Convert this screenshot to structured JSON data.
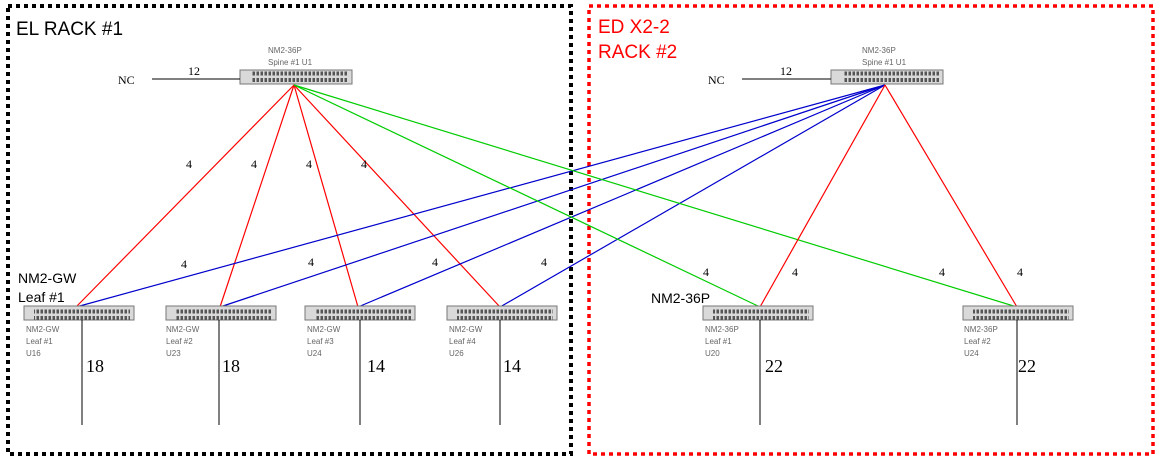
{
  "colors": {
    "rack1_border": "#000000",
    "rack2_border": "#ff0000",
    "rack2_title": "#ff0000",
    "link_red": "#ff0000",
    "link_green": "#00cc00",
    "link_blue": "#0000cc",
    "switch_fill": "#d9d9d9",
    "switch_port": "#555555",
    "label_gray": "#666666"
  },
  "rack1": {
    "title": "EL RACK #1",
    "spine": {
      "name_line1": "NM2-36P",
      "name_line2": "Spine #1 U1",
      "nc_label": "NC",
      "nc_count": "12"
    },
    "group_label_line1": "NM2-GW",
    "group_label_line2": "Leaf #1",
    "leaves": [
      {
        "name": "NM2-GW",
        "leaf": "Leaf #1",
        "unit": "U16",
        "downlink_count": "18"
      },
      {
        "name": "NM2-GW",
        "leaf": "Leaf #2",
        "unit": "U23",
        "downlink_count": "18"
      },
      {
        "name": "NM2-GW",
        "leaf": "Leaf #3",
        "unit": "U24",
        "downlink_count": "14"
      },
      {
        "name": "NM2-GW",
        "leaf": "Leaf #4",
        "unit": "U26",
        "downlink_count": "14"
      }
    ]
  },
  "rack2": {
    "title_line1": "ED X2-2",
    "title_line2": "RACK #2",
    "spine": {
      "name_line1": "NM2-36P",
      "name_line2": "Spine #1 U1",
      "nc_label": "NC",
      "nc_count": "12"
    },
    "group_label": "NM2-36P",
    "leaves": [
      {
        "name": "NM2-36P",
        "leaf": "Leaf #1",
        "unit": "U20",
        "downlink_count": "22"
      },
      {
        "name": "NM2-36P",
        "leaf": "Leaf #2",
        "unit": "U24",
        "downlink_count": "22"
      }
    ]
  },
  "link_labels": {
    "rack1_spine_to_gw_leaves": [
      "4",
      "4",
      "4",
      "4"
    ],
    "rack2_spine_to_gw_leaves": [
      "4",
      "4",
      "4",
      "4"
    ],
    "rack1_spine_to_36p_leaves": [
      "4",
      "4"
    ],
    "rack2_spine_to_36p_leaves": [
      "4",
      "4"
    ]
  }
}
